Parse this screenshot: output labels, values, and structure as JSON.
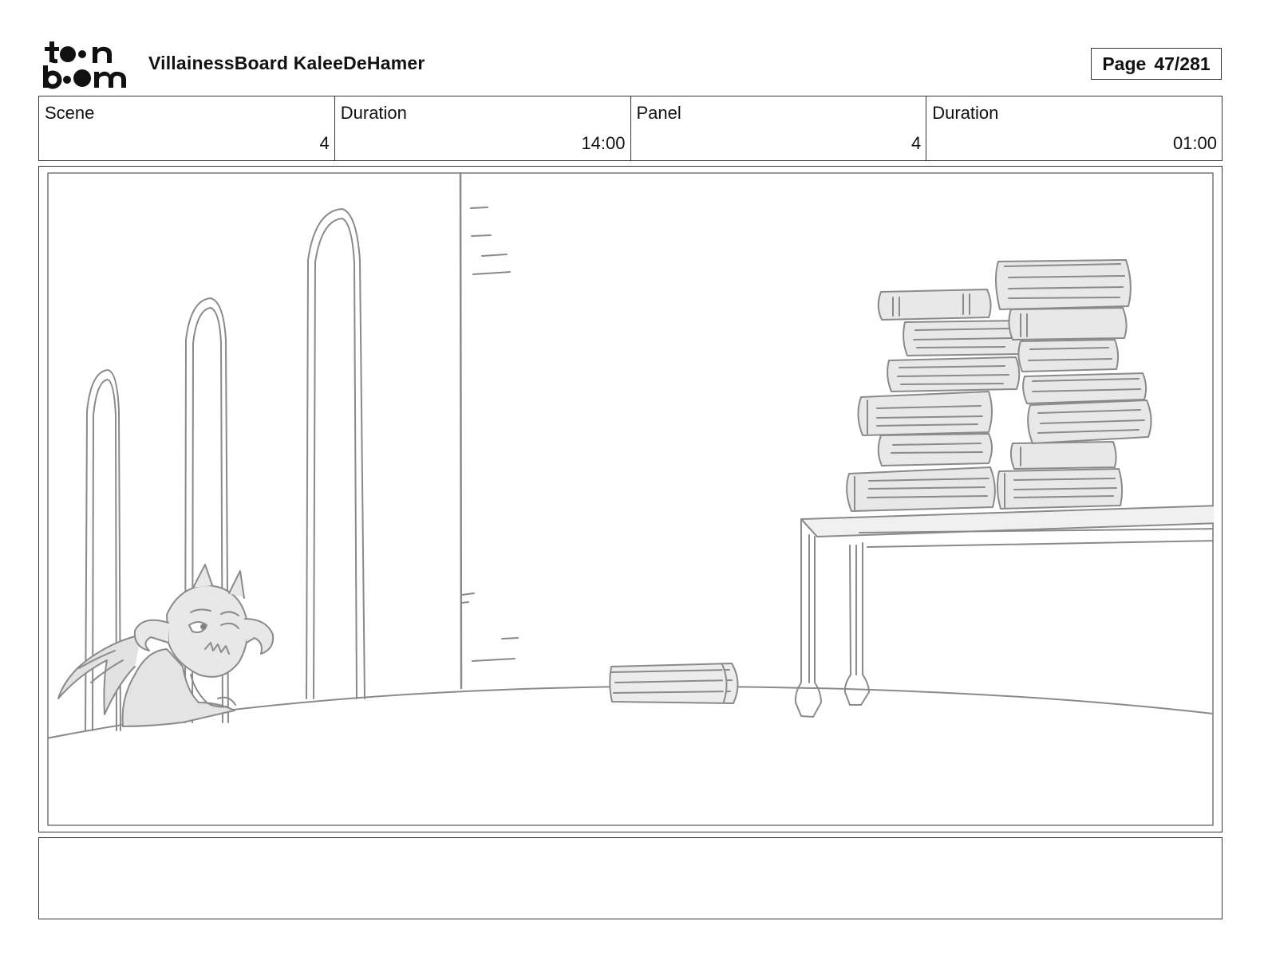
{
  "header": {
    "logo_text": "toon boom",
    "project_title": "VillainessBoard KaleeDeHamer",
    "page_label": "Page",
    "page_number": "47/281"
  },
  "info": {
    "scene_label": "Scene",
    "scene_value": "4",
    "scene_duration_label": "Duration",
    "scene_duration_value": "14:00",
    "panel_label": "Panel",
    "panel_value": "4",
    "panel_duration_label": "Duration",
    "panel_duration_value": "01:00"
  },
  "panel": {
    "stroke_color": "#8a8a8a",
    "fill_color": "#e6e6e6"
  },
  "notes": {
    "text": ""
  }
}
